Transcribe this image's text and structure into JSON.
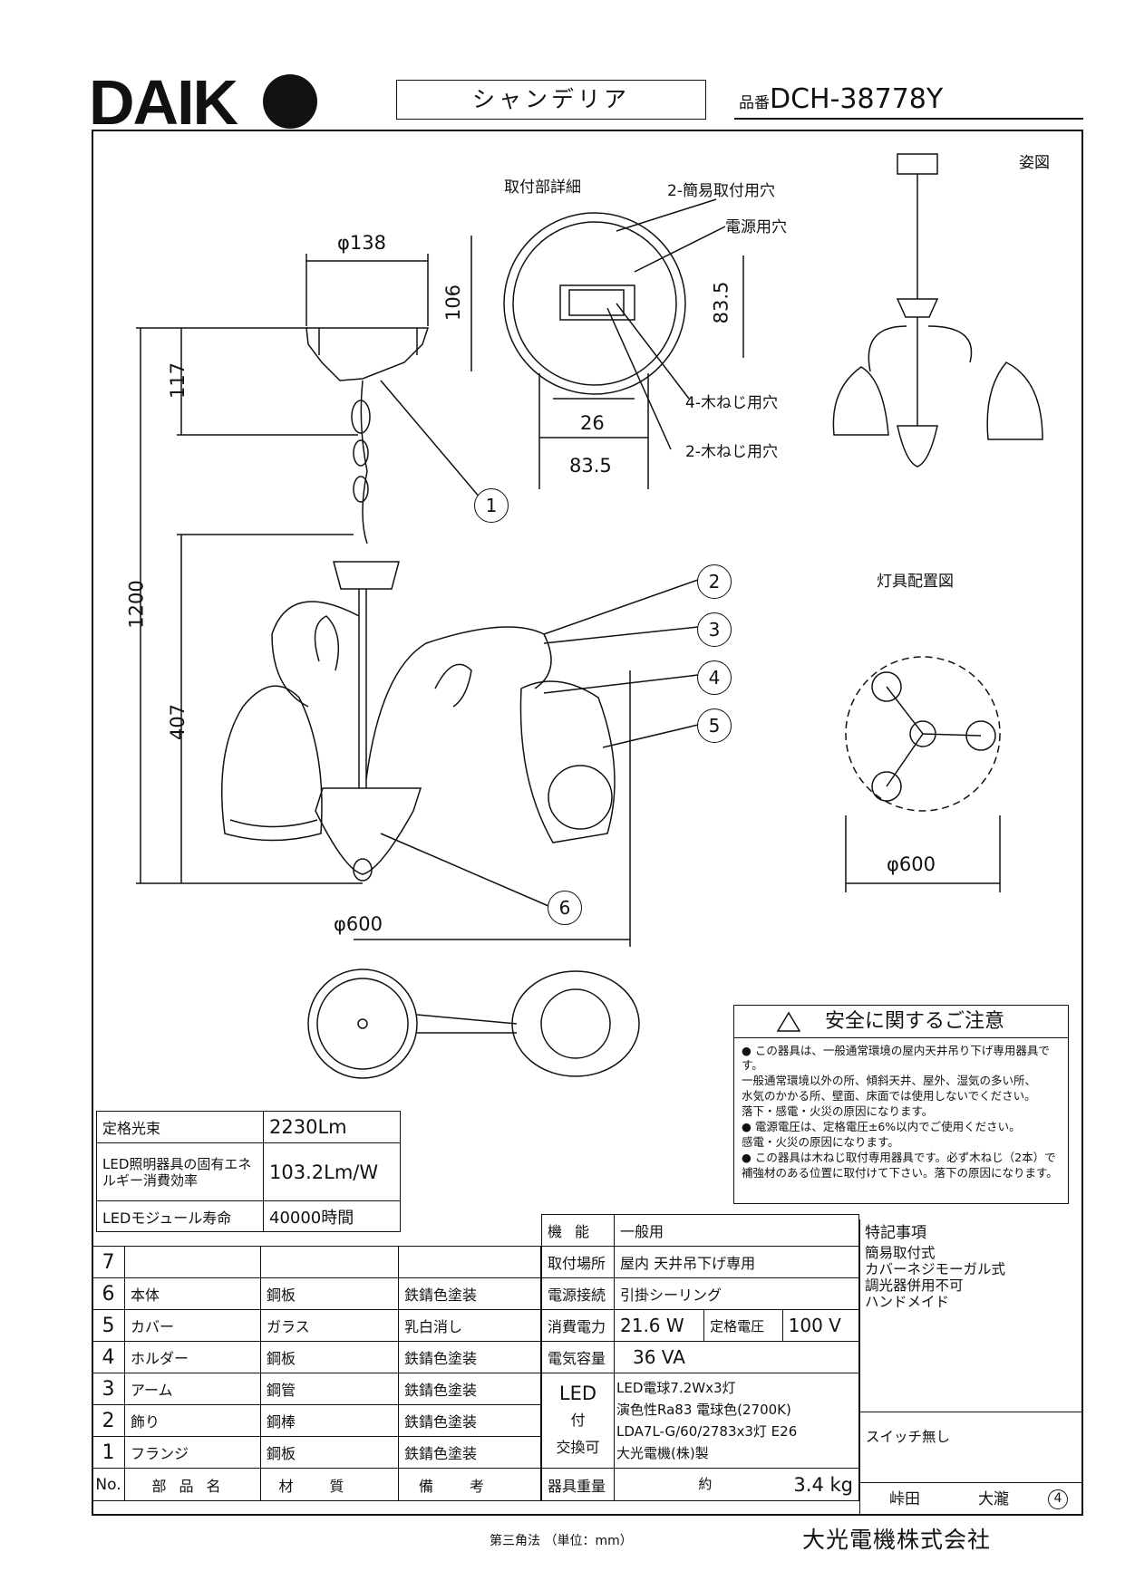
{
  "header": {
    "brand": "DAIK",
    "product_type": "シャンデリア",
    "part_label": "品番",
    "part_number": "DCH-38778Y"
  },
  "drawing": {
    "mount_detail_title": "取付部詳細",
    "view_title": "姿図",
    "layout_title": "灯具配置図",
    "hole_labels": [
      "2-簡易取付用穴",
      "電源用穴",
      "4-木ねじ用穴",
      "2-木ねじ用穴"
    ],
    "dims": {
      "canopy": "φ138",
      "canopy_h": "106",
      "d_83_5_v": "83.5",
      "d_26": "26",
      "d_83_5_h": "83.5",
      "d_117": "117",
      "d_1200": "1200",
      "d_407": "407",
      "d_600": "φ600",
      "d_600_layout": "φ600"
    },
    "callouts": [
      "1",
      "2",
      "3",
      "4",
      "5",
      "6"
    ]
  },
  "safety": {
    "title": "安全に関するご注意",
    "lines": [
      "● この器具は、一般通常環境の屋内天井吊り下げ専用器具です。",
      "一般通常環境以外の所、傾斜天井、屋外、湿気の多い所、",
      "水気のかかる所、壁面、床面では使用しないでください。",
      "落下・感電・火災の原因になります。",
      "● 電源電圧は、定格電圧±6%以内でご使用ください。",
      "感電・火災の原因になります。",
      "● この器具は木ねじ取付専用器具です。必ず木ねじ（2本）で",
      "補強材のある位置に取付けて下さい。落下の原因になります。"
    ]
  },
  "spec_left": [
    {
      "label": "定格光束",
      "value": "2230Lm"
    },
    {
      "label": "LED照明器具の固有エネルギー消費効率",
      "value": "103.2Lm/W"
    },
    {
      "label": "LEDモジュール寿命",
      "value": "40000時間"
    }
  ],
  "parts": {
    "rows": [
      {
        "no": "7",
        "name": "",
        "material": "",
        "finish": ""
      },
      {
        "no": "6",
        "name": "本体",
        "material": "鋼板",
        "finish": "鉄錆色塗装"
      },
      {
        "no": "5",
        "name": "カバー",
        "material": "ガラス",
        "finish": "乳白消し"
      },
      {
        "no": "4",
        "name": "ホルダー",
        "material": "鋼板",
        "finish": "鉄錆色塗装"
      },
      {
        "no": "3",
        "name": "アーム",
        "material": "鋼管",
        "finish": "鉄錆色塗装"
      },
      {
        "no": "2",
        "name": "飾り",
        "material": "鋼棒",
        "finish": "鉄錆色塗装"
      },
      {
        "no": "1",
        "name": "フランジ",
        "material": "鋼板",
        "finish": "鉄錆色塗装"
      }
    ],
    "header": {
      "no": "No.",
      "name": "部品名",
      "material": "材質",
      "finish": "備考"
    }
  },
  "spec_right": {
    "function_label": "機能",
    "function": "一般用",
    "place_label": "取付場所",
    "place": "屋内 天井吊下げ専用",
    "power_conn_label": "電源接続",
    "power_conn": "引掛シーリング",
    "power_label": "消費電力",
    "power": "21.6 W",
    "rated_v_label": "定格電圧",
    "rated_v": "100 V",
    "capacity_label": "電気容量",
    "capacity": "36 VA",
    "led_label1": "LED",
    "led_label2": "付",
    "led_label3": "交換可",
    "led_lines": [
      "LED電球7.2Wx3灯",
      "演色性Ra83 電球色(2700K)",
      "LDA7L-G/60/2783x3灯 E26",
      "大光電機(株)製"
    ],
    "weight_label": "器具重量",
    "weight_prefix": "約",
    "weight": "3.4 kg"
  },
  "notes": {
    "title": "特記事項",
    "lines": [
      "簡易取付式",
      "カバーネジモーガル式",
      "調光器併用不可",
      "ハンドメイド"
    ],
    "switch": "スイッチ無し",
    "names": [
      "峠田",
      "大瀧"
    ],
    "sheet": "4"
  },
  "footer": {
    "projection": "第三角法 （単位：mm）",
    "company": "大光電機株式会社"
  }
}
